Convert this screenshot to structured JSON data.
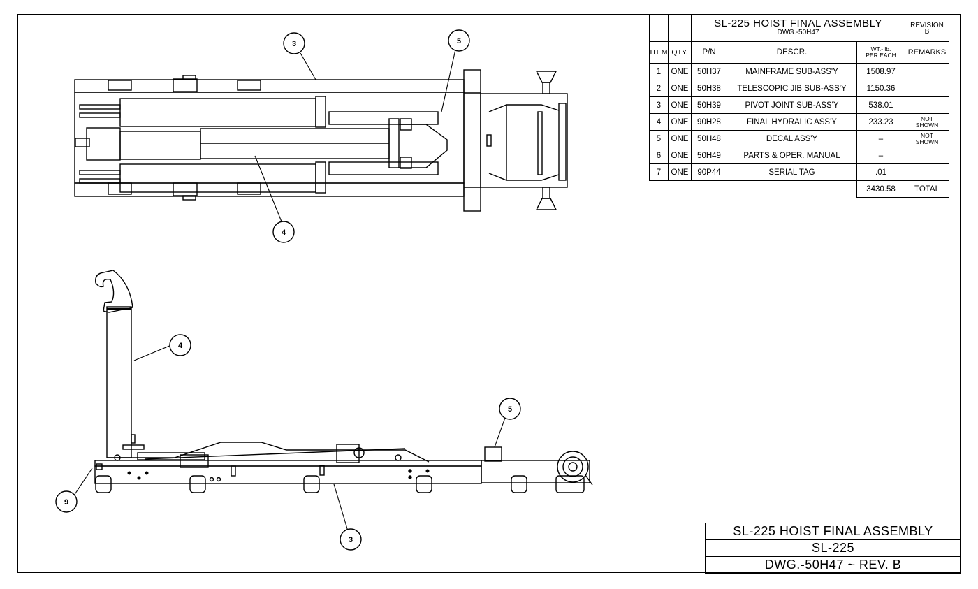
{
  "parts_list": {
    "title": "SL-225 HOIST FINAL ASSEMBLY",
    "drawing_number": "DWG.-50H47",
    "revision_label": "REVISION",
    "revision": "B",
    "columns": [
      "ITEM",
      "QTY.",
      "P/N",
      "DESCR.",
      "WT.- lb. PER EACH",
      "REMARKS"
    ],
    "weight_col_line1": "WT.- lb.",
    "weight_col_line2": "PER EACH",
    "rows": [
      {
        "item": "1",
        "qty": "ONE",
        "pn": "50H37",
        "descr": "MAINFRAME SUB-ASS'Y",
        "wt": "1508.97",
        "remarks": ""
      },
      {
        "item": "2",
        "qty": "ONE",
        "pn": "50H38",
        "descr": "TELESCOPIC JIB SUB-ASS'Y",
        "wt": "1150.36",
        "remarks": ""
      },
      {
        "item": "3",
        "qty": "ONE",
        "pn": "50H39",
        "descr": "PIVOT JOINT SUB-ASS'Y",
        "wt": "538.01",
        "remarks": ""
      },
      {
        "item": "4",
        "qty": "ONE",
        "pn": "90H28",
        "descr": "FINAL HYDRALIC ASS'Y",
        "wt": "233.23",
        "remarks_line1": "NOT",
        "remarks_line2": "SHOWN"
      },
      {
        "item": "5",
        "qty": "ONE",
        "pn": "50H48",
        "descr": "DECAL ASS'Y",
        "wt": "–",
        "remarks_line1": "NOT",
        "remarks_line2": "SHOWN"
      },
      {
        "item": "6",
        "qty": "ONE",
        "pn": "50H49",
        "descr": "PARTS & OPER. MANUAL",
        "wt": "–",
        "remarks": ""
      },
      {
        "item": "7",
        "qty": "ONE",
        "pn": "90P44",
        "descr": "SERIAL TAG",
        "wt": ".01",
        "remarks": ""
      }
    ],
    "total_value": "3430.58",
    "total_label": "TOTAL"
  },
  "title_block": {
    "line1": "SL-225 HOIST FINAL ASSEMBLY",
    "line2": "SL-225",
    "line3": "DWG.-50H47 ~ REV. B"
  },
  "callouts": {
    "top_view": [
      "3",
      "5",
      "4"
    ],
    "side_view": [
      "4",
      "5",
      "9",
      "3"
    ]
  },
  "colors": {
    "ink": "#000000",
    "paper": "#ffffff"
  }
}
